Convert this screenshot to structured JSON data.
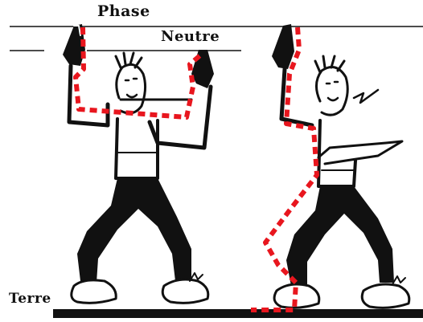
{
  "labels": {
    "phase": "Phase",
    "neutre": "Neutre",
    "terre": "Terre"
  },
  "colors": {
    "line": "#111111",
    "current_path": "#e8161e",
    "background": "#ffffff"
  },
  "icons": [
    "person-icon",
    "person-icon"
  ]
}
